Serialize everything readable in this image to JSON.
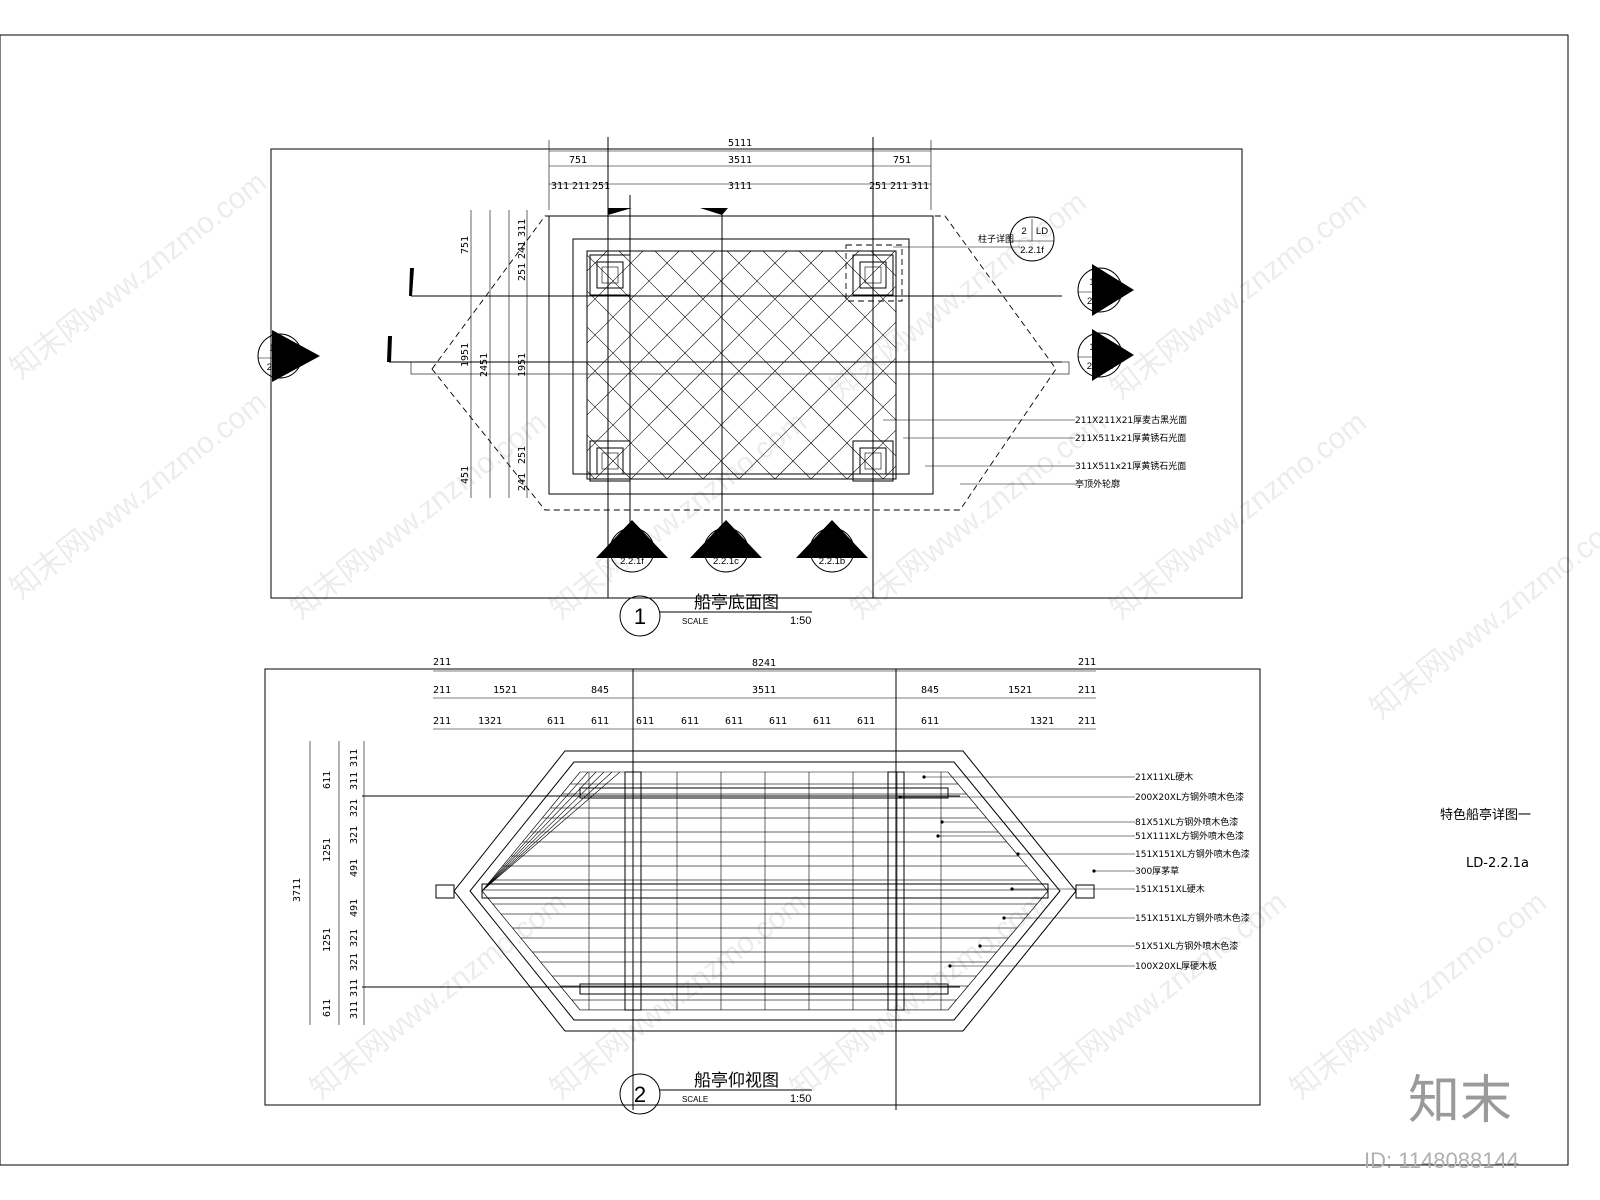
{
  "drawing": {
    "sheet_title": "特色船亭详图一",
    "sheet_number": "LD-2.2.1a"
  },
  "plan1": {
    "number": "1",
    "title": "船亭底面图",
    "scale_label": "SCALE",
    "scale_value": "1:50",
    "dims_top": {
      "overall": "5111",
      "row2": [
        "751",
        "3511",
        "751"
      ],
      "row3": [
        "311",
        "211",
        "251",
        "3111",
        "251",
        "211",
        "311"
      ]
    },
    "dims_left": {
      "outer": [
        "751",
        "2451",
        "451"
      ],
      "inner": [
        "311",
        "241",
        "251",
        "1951",
        "251",
        "241"
      ],
      "middle": "1951"
    },
    "annotations": [
      "211X211X21厚麦古黑光面",
      "211X511x21厚黄锈石光面",
      "311X511x21厚黄锈石光面",
      "亭顶外轮廓"
    ],
    "pillar_note": "柱子详图",
    "section_tags": [
      {
        "num": "2",
        "ref": "LD",
        "sheet": "2.2.1f"
      },
      {
        "num": "1",
        "ref": "LD",
        "sheet": "2.2.1c"
      },
      {
        "num": "1",
        "ref": "LD",
        "sheet": "2.2.1e"
      },
      {
        "num": "1",
        "ref": "LD",
        "sheet": "2.2.1d"
      },
      {
        "num": "1",
        "ref": "LD",
        "sheet": "2.2.1f"
      },
      {
        "num": "2",
        "ref": "LD",
        "sheet": "2.2.1c"
      },
      {
        "num": "2",
        "ref": "LD",
        "sheet": "2.2.1b"
      }
    ]
  },
  "plan2": {
    "number": "2",
    "title": "船亭仰视图",
    "scale_label": "SCALE",
    "scale_value": "1:50",
    "dims_top": {
      "overall": "8241",
      "row2": [
        "211",
        "1521",
        "845",
        "3511",
        "845",
        "1521",
        "211"
      ],
      "row3": [
        "211",
        "1321",
        "611",
        "611",
        "611",
        "611",
        "611",
        "611",
        "611",
        "611",
        "611",
        "1321",
        "211"
      ]
    },
    "dims_left": {
      "overall": "3711",
      "mid": [
        "611",
        "1251",
        "1251",
        "611"
      ],
      "inner": [
        "311",
        "311",
        "321",
        "321",
        "491",
        "491",
        "321",
        "321",
        "311",
        "311"
      ]
    },
    "annotations": [
      "21X11XL硬木",
      "200X20XL方钢外喷木色漆",
      "81X51XL方钢外喷木色漆",
      "51X111XL方钢外喷木色漆",
      "151X151XL方钢外喷木色漆",
      "300厚茅草",
      "151X151XL硬木",
      "151X151XL方钢外喷木色漆",
      "51X51XL方钢外喷木色漆",
      "100X20XL厚硬木板"
    ]
  },
  "watermark": {
    "text": "知末网www.znzmo.com",
    "logo": "知末",
    "id_label": "ID: 1148088144"
  }
}
